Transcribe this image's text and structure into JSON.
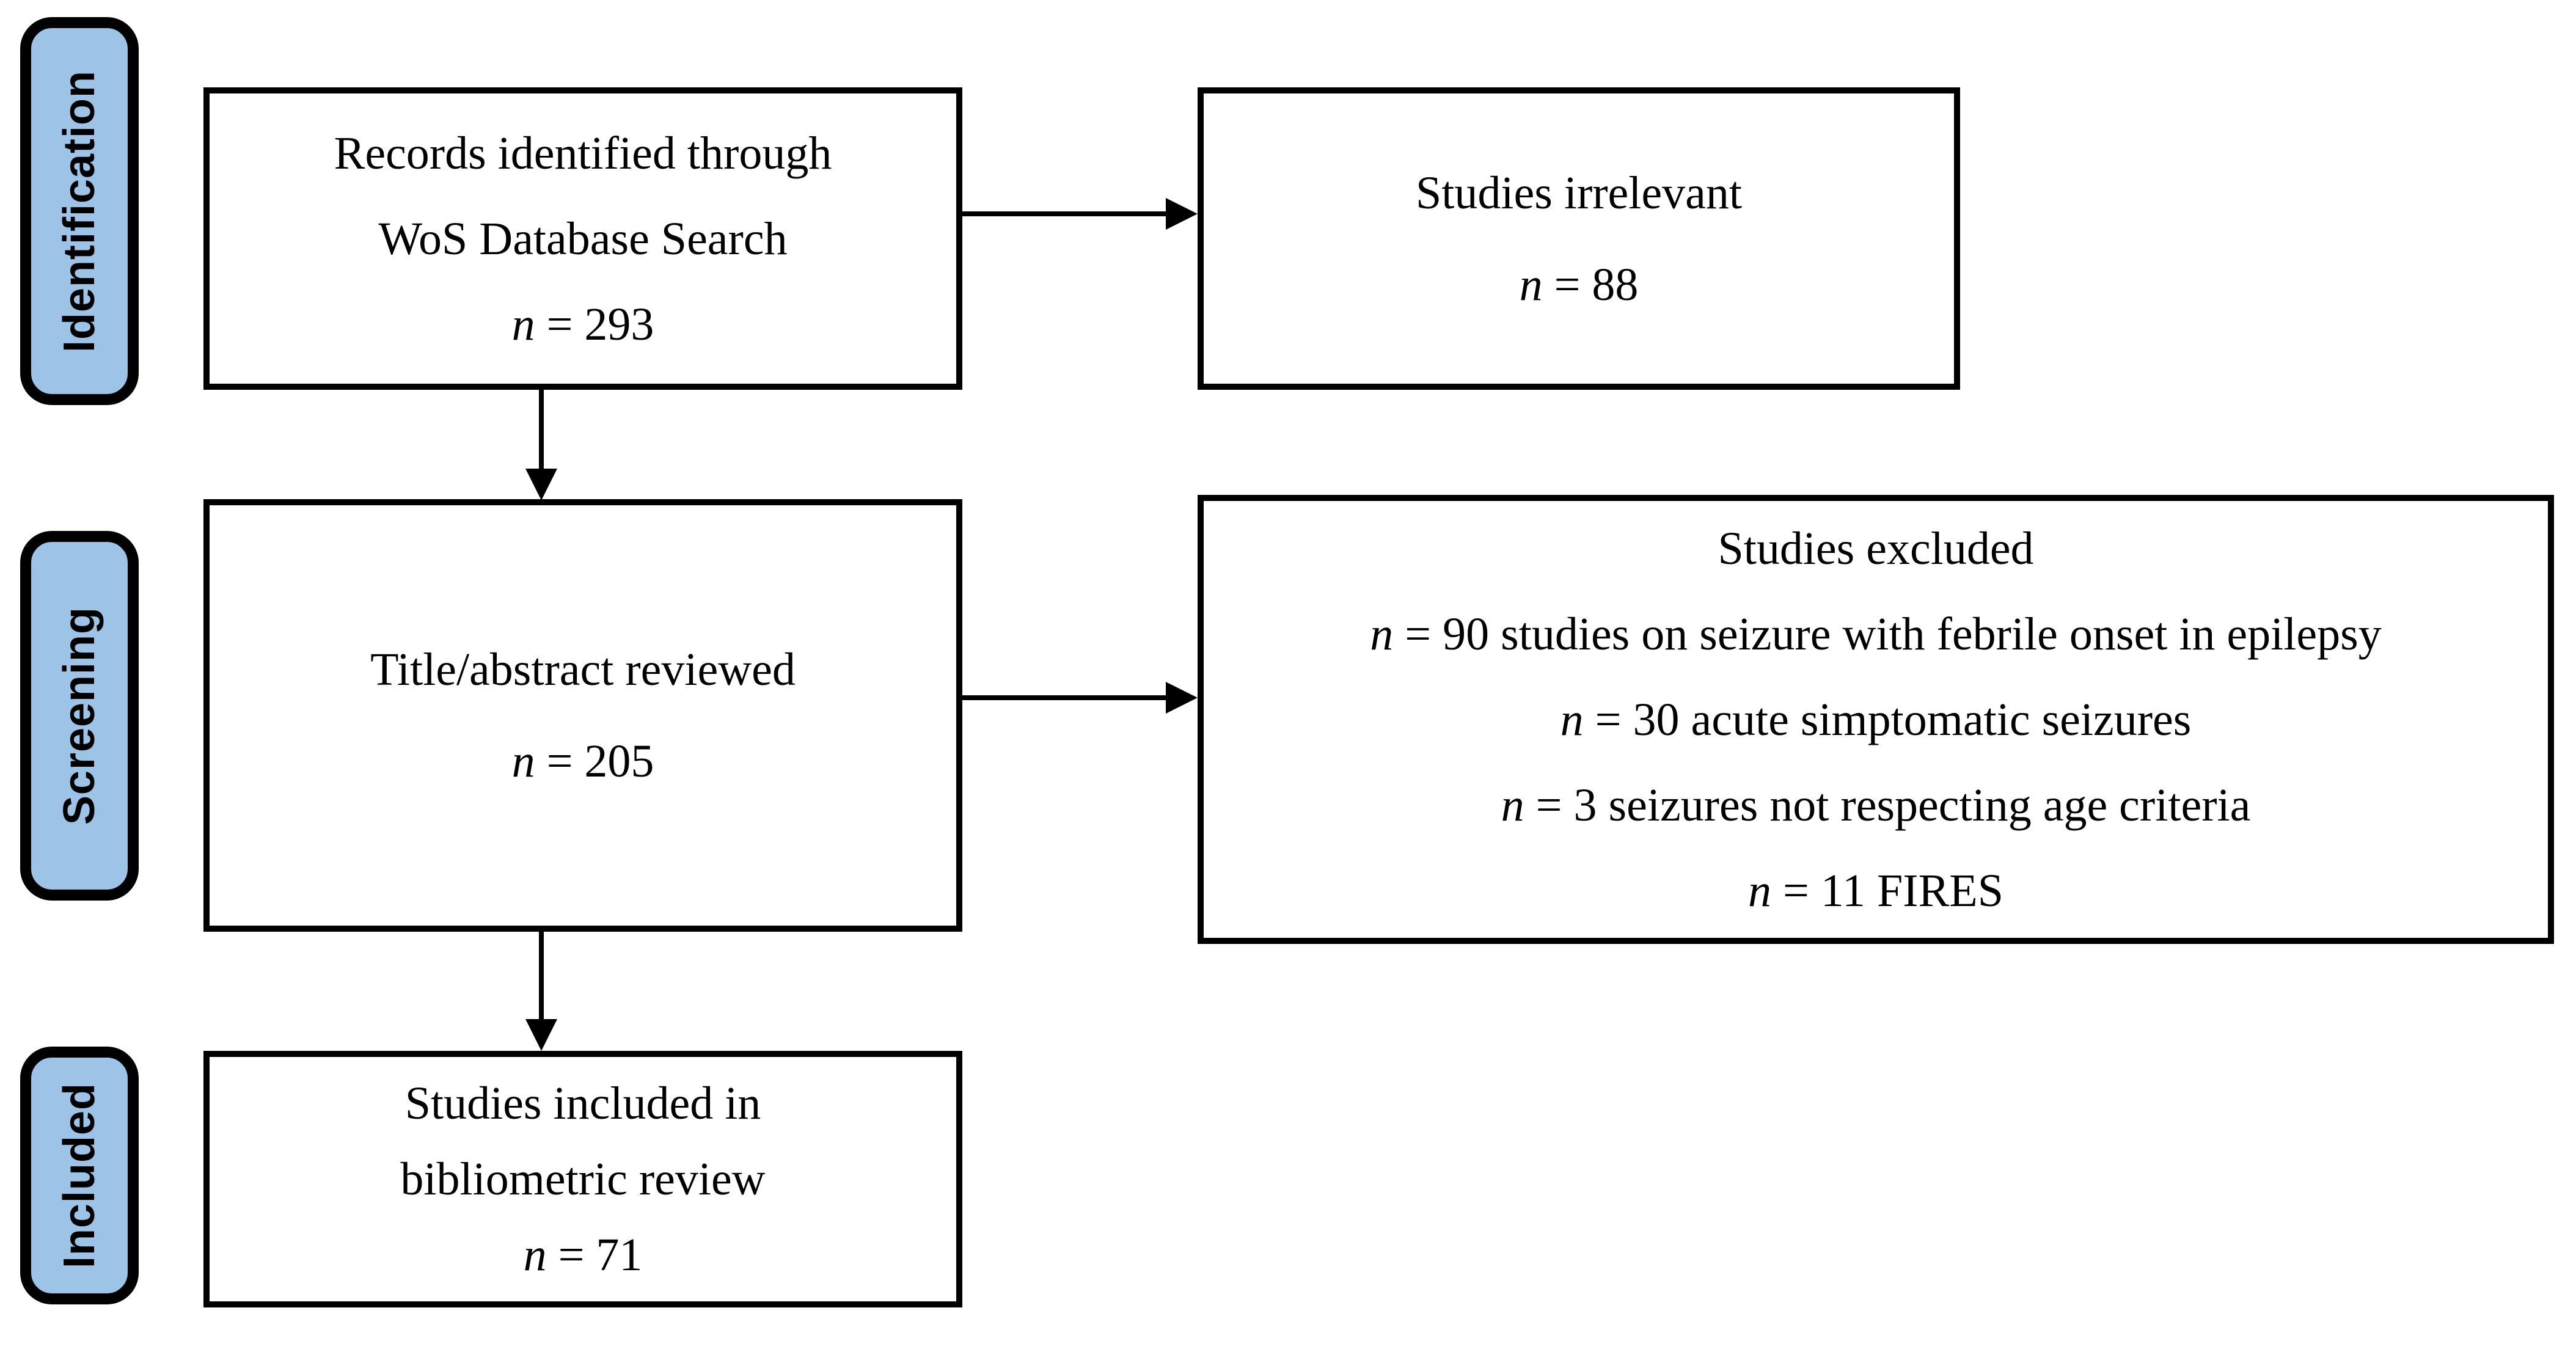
{
  "stages": {
    "identification": {
      "label": "Identification"
    },
    "screening": {
      "label": "Screening"
    },
    "included": {
      "label": "Included"
    }
  },
  "boxes": {
    "records": {
      "line1": "Records identified through",
      "line2": "WoS Database Search",
      "count_var": "n",
      "count_rest": " = 293"
    },
    "irrelevant": {
      "line1": "Studies irrelevant",
      "count_var": "n",
      "count_rest": " = 88"
    },
    "reviewed": {
      "line1": "Title/abstract reviewed",
      "count_var": "n",
      "count_rest": " = 205"
    },
    "excluded": {
      "title": "Studies excluded",
      "items": [
        {
          "count_var": "n",
          "count_rest": " = 90 studies on seizure with febrile onset in epilepsy"
        },
        {
          "count_var": "n",
          "count_rest": " = 30 acute simptomatic seizures"
        },
        {
          "count_var": "n",
          "count_rest": " = 3 seizures not respecting age criteria"
        },
        {
          "count_var": "n",
          "count_rest": " = 11 FIRES"
        }
      ]
    },
    "included_box": {
      "line1": "Studies included in",
      "line2": "bibliometric review",
      "count_var": "n",
      "count_rest": " = 71"
    }
  },
  "colors": {
    "stage_fill": "#9DC3E6",
    "stage_border": "#000000",
    "box_border": "#000000",
    "text": "#000000",
    "arrow": "#000000",
    "background": "#FFFFFF"
  }
}
